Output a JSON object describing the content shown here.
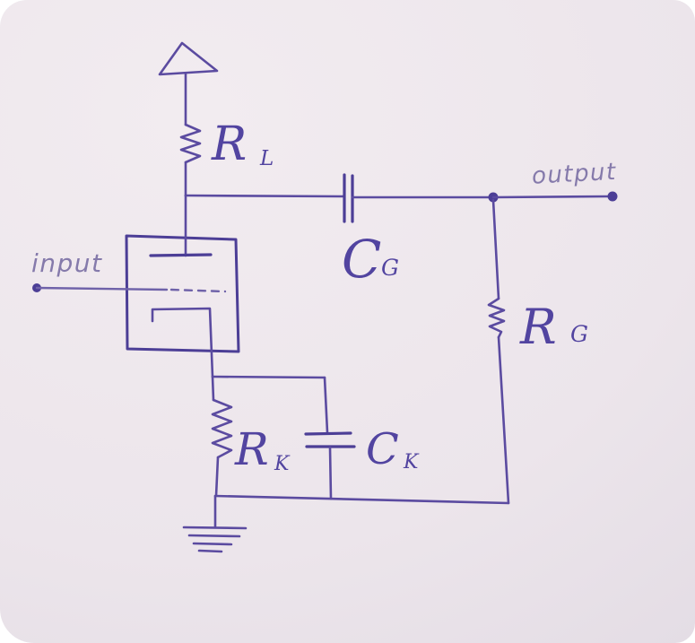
{
  "diagram": {
    "kind": "hand-drawn vacuum-tube amplifier schematic"
  },
  "labels": {
    "input": "input",
    "output": "output",
    "load_resistor": {
      "main": "R",
      "sub": "L"
    },
    "coupling_capacitor": {
      "main": "C",
      "sub": "G"
    },
    "grid_resistor": {
      "main": "R",
      "sub": "G"
    },
    "cathode_resistor": {
      "main": "R",
      "sub": "K"
    },
    "cathode_capacitor": {
      "main": "C",
      "sub": "K"
    }
  },
  "colors": {
    "ink": "#5b4ba0",
    "ink_dark": "#4c3e96",
    "ink_soft": "#6f62a9",
    "ink_label": "#5244a0",
    "ink_light": "#857aab",
    "paper": "#f2ecf0",
    "paper_mid": "#ece5eb",
    "paper_deep": "#e4dde5",
    "paper_shadow": "#d9d2db"
  }
}
